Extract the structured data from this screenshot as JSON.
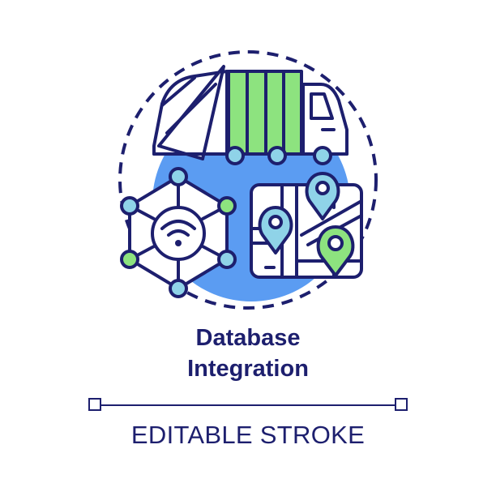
{
  "icon": {
    "concept": "database-integration",
    "elements": [
      "garbage-truck-icon",
      "network-hub-icon",
      "wifi-icon",
      "city-map-icon",
      "map-pin-icon"
    ]
  },
  "title": {
    "line1": "Database",
    "line2": "Integration"
  },
  "footer": {
    "label": "EDITABLE STROKE"
  },
  "colors": {
    "outline": "#1d1f6e",
    "accent_blue": "#5b9cf2",
    "accent_green": "#8de37f",
    "node_teal": "#8fd3e8"
  }
}
